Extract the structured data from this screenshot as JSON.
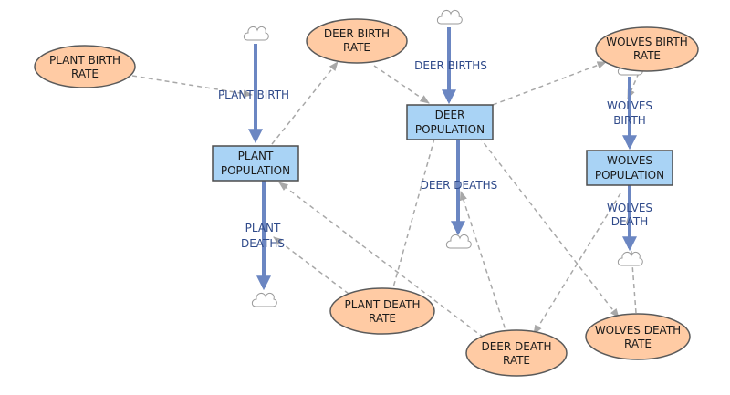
{
  "colors": {
    "stock_fill": "#a9d3f5",
    "aux_fill": "#ffcba4",
    "flow": "#6b86c2",
    "link": "#a8a8a8",
    "label": "#2f4a8a"
  },
  "stocks": {
    "plant": [
      "PLANT",
      "POPULATION"
    ],
    "deer": [
      "DEER",
      "POPULATION"
    ],
    "wolves": [
      "WOLVES",
      "POPULATION"
    ]
  },
  "variables": {
    "plant_birth_rate": [
      "PLANT BIRTH",
      "RATE"
    ],
    "deer_birth_rate": [
      "DEER BIRTH",
      "RATE"
    ],
    "wolves_birth_rate": [
      "WOLVES BIRTH",
      "RATE"
    ],
    "plant_death_rate": [
      "PLANT DEATH",
      "RATE"
    ],
    "deer_death_rate": [
      "DEER DEATH",
      "RATE"
    ],
    "wolves_death_rate": [
      "WOLVES DEATH",
      "RATE"
    ]
  },
  "flows": {
    "plant_birth": [
      "PLANT BIRTH"
    ],
    "plant_deaths": [
      "PLANT",
      "DEATHS"
    ],
    "deer_births": [
      "DEER BIRTHS"
    ],
    "deer_deaths": [
      "DEER DEATHS"
    ],
    "wolves_birth": [
      "WOLVES",
      "BIRTH"
    ],
    "wolves_death": [
      "WOLVES",
      "DEATH"
    ]
  },
  "icons": {
    "source_sink": "cloud-icon"
  }
}
